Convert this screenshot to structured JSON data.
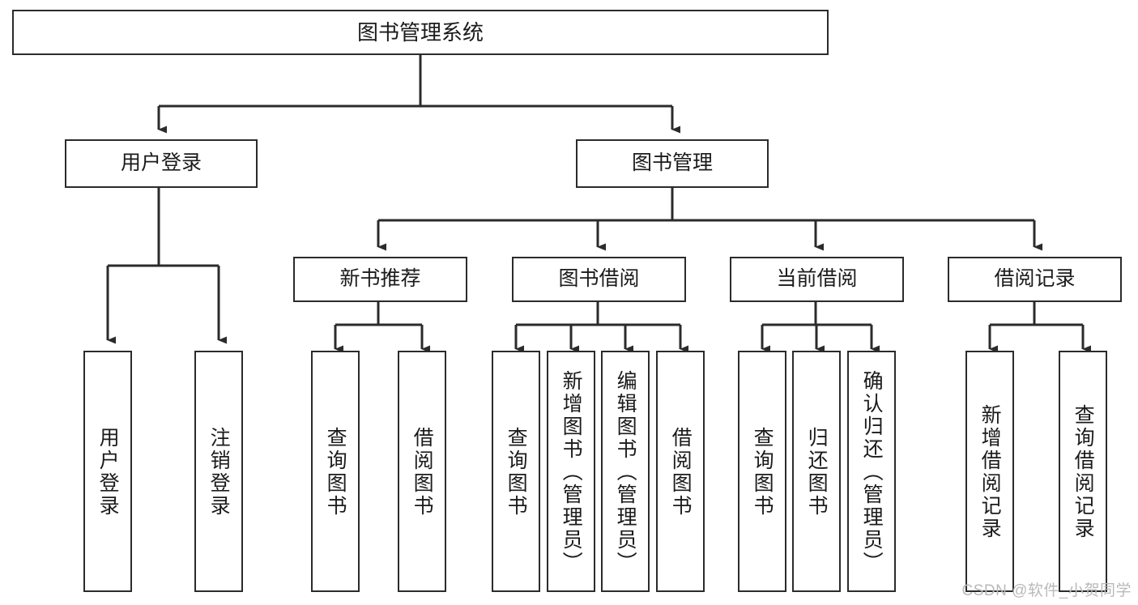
{
  "diagram": {
    "type": "tree-hierarchy",
    "title": "图书管理系统",
    "background_color": "#ffffff",
    "line_color": "#2b2b2b",
    "box_border_color": "#2b2b2b",
    "text_color": "#1b1b1b"
  },
  "nodes": {
    "root": {
      "label": "图书管理系统"
    },
    "level2": [
      {
        "id": "user-login",
        "label": "用户登录"
      },
      {
        "id": "book-manage",
        "label": "图书管理"
      }
    ],
    "level3": [
      {
        "id": "new-book-recommend",
        "label": "新书推荐"
      },
      {
        "id": "book-borrow",
        "label": "图书借阅"
      },
      {
        "id": "current-borrow",
        "label": "当前借阅"
      },
      {
        "id": "borrow-record",
        "label": "借阅记录"
      }
    ],
    "leaves": {
      "user-login": [
        {
          "id": "leaf-user-login",
          "label": "用户登录"
        },
        {
          "id": "leaf-logout-login",
          "label": "注销登录"
        }
      ],
      "new-book-recommend": [
        {
          "id": "leaf-query-book-1",
          "label": "查询图书"
        },
        {
          "id": "leaf-borrow-book-1",
          "label": "借阅图书"
        }
      ],
      "book-borrow": [
        {
          "id": "leaf-query-book-2",
          "label": "查询图书"
        },
        {
          "id": "leaf-add-book-admin",
          "label": "新增图书（管理员）"
        },
        {
          "id": "leaf-edit-book-admin",
          "label": "编辑图书（管理员）"
        },
        {
          "id": "leaf-borrow-book-2",
          "label": "借阅图书"
        }
      ],
      "current-borrow": [
        {
          "id": "leaf-query-book-3",
          "label": "查询图书"
        },
        {
          "id": "leaf-return-book",
          "label": "归还图书"
        },
        {
          "id": "leaf-confirm-return-admin",
          "label": "确认归还（管理员）"
        }
      ],
      "borrow-record": [
        {
          "id": "leaf-add-borrow-record",
          "label": "新增借阅记录"
        },
        {
          "id": "leaf-query-borrow-record",
          "label": "查询借阅记录"
        }
      ]
    }
  },
  "watermark": {
    "text": "CSDN @软件_小贺同学"
  }
}
